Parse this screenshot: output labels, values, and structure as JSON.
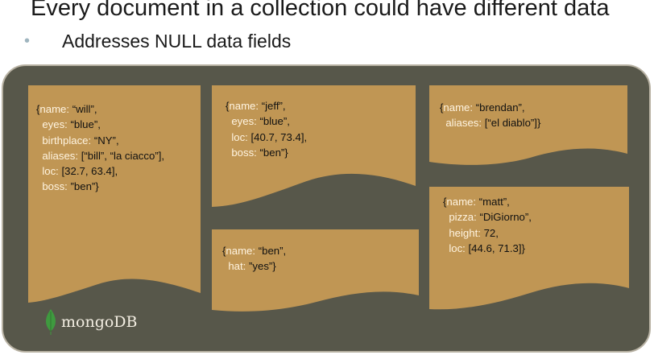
{
  "slide": {
    "title": "Every document  in a collection could have different data",
    "bullet": "•",
    "subtitle": "Addresses NULL data fields"
  },
  "colors": {
    "panel": "#57574a",
    "document": "#c09654",
    "key_text": "#fff4e0",
    "value_text": "#111111",
    "logo_leaf": "#3f9a3f"
  },
  "documents": {
    "will": {
      "lines": [
        [
          {
            "t": "{",
            "c": "brace"
          },
          {
            "t": "name: ",
            "c": "k"
          },
          {
            "t": "“will”,",
            "c": "v"
          }
        ],
        [
          {
            "t": "  eyes: ",
            "c": "k"
          },
          {
            "t": "“blue”,",
            "c": "v"
          }
        ],
        [
          {
            "t": "  birthplace: ",
            "c": "k"
          },
          {
            "t": "“NY”,",
            "c": "v"
          }
        ],
        [
          {
            "t": "  aliases: ",
            "c": "k"
          },
          {
            "t": "[“bill”, “la ciacco”],",
            "c": "v"
          }
        ],
        [
          {
            "t": "  loc: ",
            "c": "k"
          },
          {
            "t": "[32.7, 63.4],",
            "c": "v"
          }
        ],
        [
          {
            "t": "  boss: ",
            "c": "k"
          },
          {
            "t": "”ben”}",
            "c": "v"
          }
        ]
      ]
    },
    "jeff": {
      "lines": [
        [
          {
            "t": "{",
            "c": "brace"
          },
          {
            "t": "name: ",
            "c": "k"
          },
          {
            "t": "“jeff”,",
            "c": "v"
          }
        ],
        [
          {
            "t": "  eyes: ",
            "c": "k"
          },
          {
            "t": "“blue”,",
            "c": "v"
          }
        ],
        [
          {
            "t": "  loc: ",
            "c": "k"
          },
          {
            "t": "[40.7, 73.4],",
            "c": "v"
          }
        ],
        [
          {
            "t": "  boss: ",
            "c": "k"
          },
          {
            "t": "“ben”}",
            "c": "v"
          }
        ]
      ]
    },
    "brendan": {
      "lines": [
        [
          {
            "t": "{",
            "c": "brace"
          },
          {
            "t": "name: ",
            "c": "k"
          },
          {
            "t": "“brendan”,",
            "c": "v"
          }
        ],
        [
          {
            "t": "  aliases: ",
            "c": "k"
          },
          {
            "t": "[“el diablo”]}",
            "c": "v"
          }
        ]
      ]
    },
    "ben": {
      "lines": [
        [
          {
            "t": "{",
            "c": "brace"
          },
          {
            "t": "name: ",
            "c": "k"
          },
          {
            "t": "“ben”,",
            "c": "v"
          }
        ],
        [
          {
            "t": "  hat: ",
            "c": "k"
          },
          {
            "t": "”yes”}",
            "c": "v"
          }
        ]
      ]
    },
    "matt": {
      "lines": [
        [
          {
            "t": "{",
            "c": "brace"
          },
          {
            "t": "name: ",
            "c": "k"
          },
          {
            "t": "“matt”,",
            "c": "v"
          }
        ],
        [
          {
            "t": "  pizza: ",
            "c": "k"
          },
          {
            "t": "“DiGiorno”,",
            "c": "v"
          }
        ],
        [
          {
            "t": "  height: ",
            "c": "k"
          },
          {
            "t": "72,",
            "c": "v"
          }
        ],
        [
          {
            "t": "  loc: ",
            "c": "k"
          },
          {
            "t": "[44.6, 71.3]}",
            "c": "v"
          }
        ]
      ]
    }
  },
  "logo": {
    "text": "mongoDB",
    "icon": "mongodb-leaf-icon"
  }
}
